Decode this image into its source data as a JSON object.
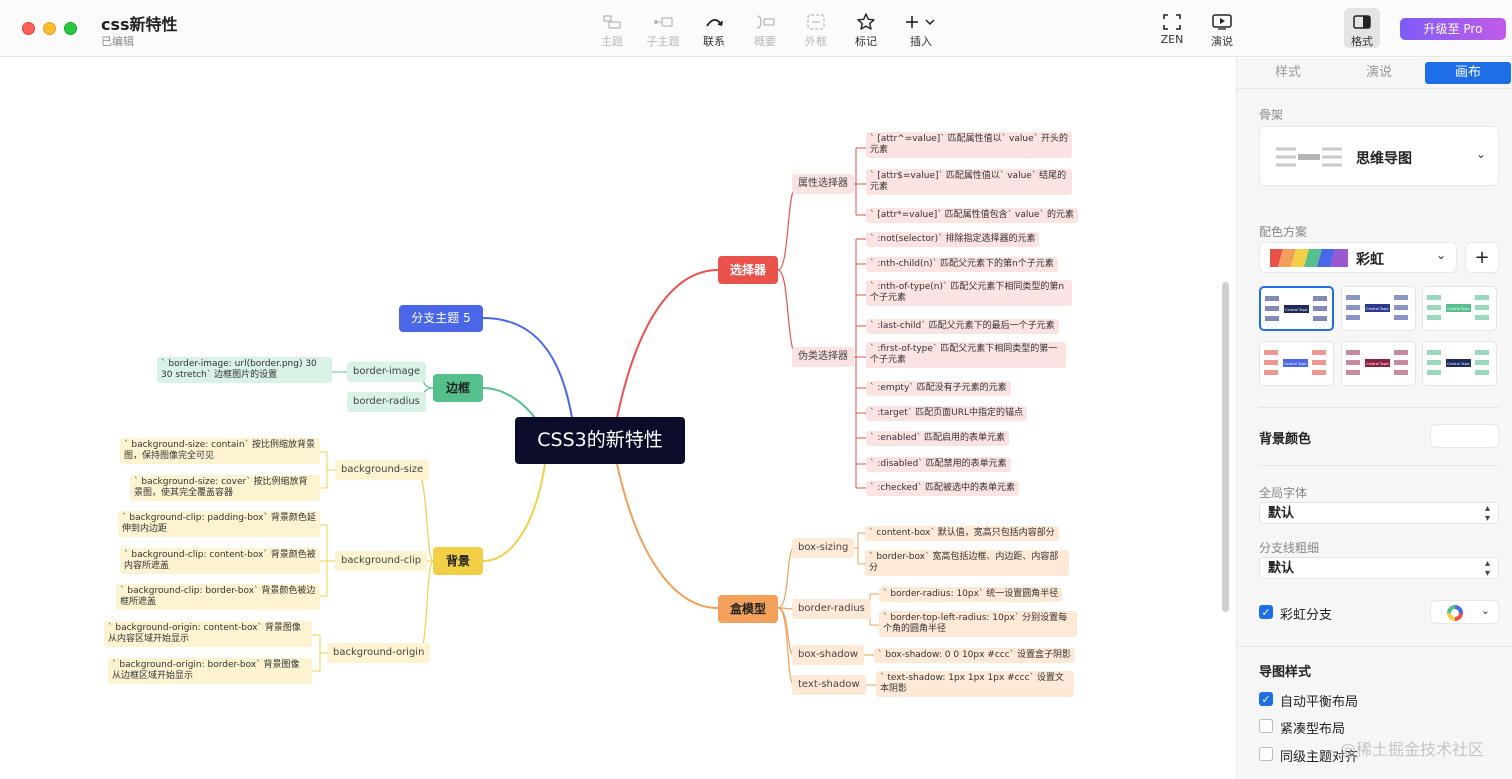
{
  "window": {
    "title": "css新特性",
    "status": "已编辑"
  },
  "toolbar": {
    "topic": "主题",
    "subtopic": "子主题",
    "relation": "联系",
    "summary": "概要",
    "boundary": "外框",
    "marker": "标记",
    "insert": "插入",
    "zen": "ZEN",
    "present": "演说",
    "format": "格式",
    "upgrade": "升级至 Pro"
  },
  "map": {
    "central": "CSS3的新特性",
    "branch5": "分支主题 5",
    "selectors": {
      "label": "选择器",
      "attr": {
        "label": "属性选择器",
        "items": [
          "` [attr^=value]` 匹配属性值以` value` 开头的元素",
          "` [attr$=value]` 匹配属性值以` value` 结尾的元素",
          "` [attr*=value]` 匹配属性值包含` value` 的元素"
        ]
      },
      "pseudo": {
        "label": "伪类选择器",
        "items": [
          "` :not(selector)` 排除指定选择器的元素",
          "` :nth-child(n)` 匹配父元素下的第n个子元素",
          "` :nth-of-type(n)` 匹配父元素下相同类型的第n个子元素",
          "` :last-child` 匹配父元素下的最后一个子元素",
          "` :first-of-type` 匹配父元素下相同类型的第一个子元素",
          "` :empty` 匹配没有子元素的元素",
          "` :target` 匹配页面URL中指定的锚点",
          "` :enabled` 匹配启用的表单元素",
          "` :disabled` 匹配禁用的表单元素",
          "` :checked` 匹配被选中的表单元素"
        ]
      }
    },
    "boxmodel": {
      "label": "盒模型",
      "sizing": {
        "label": "box-sizing",
        "items": [
          "` content-box` 默认值，宽高只包括内容部分",
          "` border-box` 宽高包括边框、内边距、内容部分"
        ]
      },
      "radius": {
        "label": "border-radius",
        "items": [
          "` border-radius: 10px` 统一设置圆角半径",
          "` border-top-left-radius: 10px` 分别设置每个角的圆角半径"
        ]
      },
      "shadow": {
        "label": "box-shadow",
        "items": [
          "` box-shadow: 0 0 10px #ccc` 设置盒子阴影"
        ]
      },
      "text": {
        "label": "text-shadow",
        "items": [
          "` text-shadow: 1px 1px 1px #ccc` 设置文本阴影"
        ]
      }
    },
    "border": {
      "label": "边框",
      "image": {
        "label": "border-image",
        "items": [
          "` border-image: url(border.png) 30 30 stretch` 边框图片的设置"
        ]
      },
      "radius": {
        "label": "border-radius"
      }
    },
    "background": {
      "label": "背景",
      "size": {
        "label": "background-size",
        "items": [
          "` background-size: contain` 按比例缩放背景图，保持图像完全可见",
          "` background-size: cover` 按比例缩放背景图，使其完全覆盖容器"
        ]
      },
      "clip": {
        "label": "background-clip",
        "items": [
          "` background-clip: padding-box` 背景颜色延伸到内边距",
          "` background-clip: content-box` 背景颜色被内容所遮盖",
          "` background-clip: border-box` 背景颜色被边框所遮盖"
        ]
      },
      "origin": {
        "label": "background-origin",
        "items": [
          "` background-origin: content-box` 背景图像从内容区域开始显示",
          "` background-origin: border-box` 背景图像从边框区域开始显示"
        ]
      }
    }
  },
  "panel": {
    "tabs": [
      "样式",
      "演说",
      "画布"
    ],
    "skeleton_label": "骨架",
    "skeleton_value": "思维导图",
    "scheme_label": "配色方案",
    "scheme_value": "彩虹",
    "bg_color_label": "背景颜色",
    "font_label": "全局字体",
    "font_value": "默认",
    "line_label": "分支线粗细",
    "line_value": "默认",
    "rainbow_label": "彩虹分支",
    "map_style_label": "导图样式",
    "auto_balance": "自动平衡布局",
    "compact": "紧凑型布局",
    "align": "同级主题对齐",
    "thumb_text": "Central Topic"
  },
  "watermark": "@稀土掘金技术社区",
  "colors": {
    "red": "#e8524a",
    "orange": "#f2a05b",
    "yellow": "#f1d047",
    "green": "#55c08b",
    "blue": "#4a67e8",
    "accent": "#1e6ee8"
  }
}
